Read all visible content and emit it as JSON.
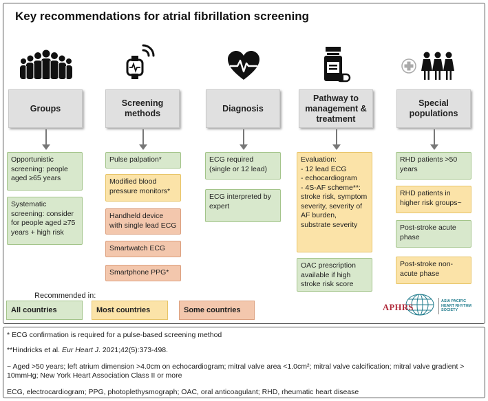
{
  "title": "Key recommendations for atrial fibrillation screening",
  "icons": [
    "crowd-icon",
    "smartwatch-icon",
    "heart-ecg-icon",
    "pill-bottle-icon",
    "women-group-icon"
  ],
  "columns": [
    {
      "id": "groups",
      "header": "Groups",
      "items": [
        {
          "text": "Opportunistic screening: people aged ≥65 years",
          "level": "all"
        },
        {
          "text": "Systematic screening: consider for people aged ≥75 years + high risk",
          "level": "all"
        }
      ]
    },
    {
      "id": "methods",
      "header": "Screening\nmethods",
      "items": [
        {
          "text": "Pulse palpation*",
          "level": "all"
        },
        {
          "text": "Modified blood pressure monitors*",
          "level": "most"
        },
        {
          "text": "Handheld device with single lead ECG",
          "level": "some"
        },
        {
          "text": "Smartwatch ECG",
          "level": "some"
        },
        {
          "text": "Smartphone PPG*",
          "level": "some"
        }
      ]
    },
    {
      "id": "diagnosis",
      "header": "Diagnosis",
      "items": [
        {
          "text": "ECG required (single or 12 lead)",
          "level": "all"
        },
        {
          "text": "ECG interpreted by expert",
          "level": "all"
        }
      ]
    },
    {
      "id": "pathway",
      "header": "Pathway to\nmanagement &\ntreatment",
      "items": [
        {
          "text": "Evaluation:\n- 12 lead ECG\n- echocardiogram\n- 4S-AF scheme**:\nstroke risk, symptom severity, severity of AF burden, substrate severity",
          "level": "most"
        },
        {
          "text": "OAC prescription available if high stroke risk score",
          "level": "all"
        }
      ]
    },
    {
      "id": "special",
      "header": "Special\npopulations",
      "items": [
        {
          "text": "RHD patients >50 years",
          "level": "all"
        },
        {
          "text": "RHD patients in higher risk groups~",
          "level": "most"
        },
        {
          "text": "Post-stroke acute phase",
          "level": "all"
        },
        {
          "text": "Post-stroke non-acute phase",
          "level": "most"
        }
      ]
    }
  ],
  "legend": {
    "title": "Recommended in:",
    "items": [
      {
        "label": "All countries",
        "color": "#d8e8cc"
      },
      {
        "label": "Most countries",
        "color": "#fbe3a8"
      },
      {
        "label": "Some countries",
        "color": "#f3c7ad"
      }
    ]
  },
  "logo": {
    "name": "APHRS",
    "society": "ASIA PACIFIC\nHEART RHYTHM\nSOCIETY"
  },
  "notes": {
    "n1": "* ECG confirmation is required for a pulse-based screening method",
    "n2_pre": "**Hindricks et al. ",
    "n2_journal": "Eur Heart J",
    "n2_post": ". 2021;42(5):373-498.",
    "n3": "~ Aged >50 years; left atrium dimension >4.0cm on echocardiogram; mitral valve area <1.0cm²; mitral valve calcification; mitral valve gradient > 10mmHg; New York Heart Association Class II or more",
    "n4": "ECG, electrocardiogram; PPG, photoplethysmograph;  OAC, oral anticoagulant; RHD, rheumatic heart disease"
  },
  "colors": {
    "all": "#d8e8cc",
    "most": "#fbe3a8",
    "some": "#f3c7ad",
    "header": "#e0e0e0",
    "logo_red": "#b02a3a",
    "logo_teal": "#1f7b8c"
  }
}
